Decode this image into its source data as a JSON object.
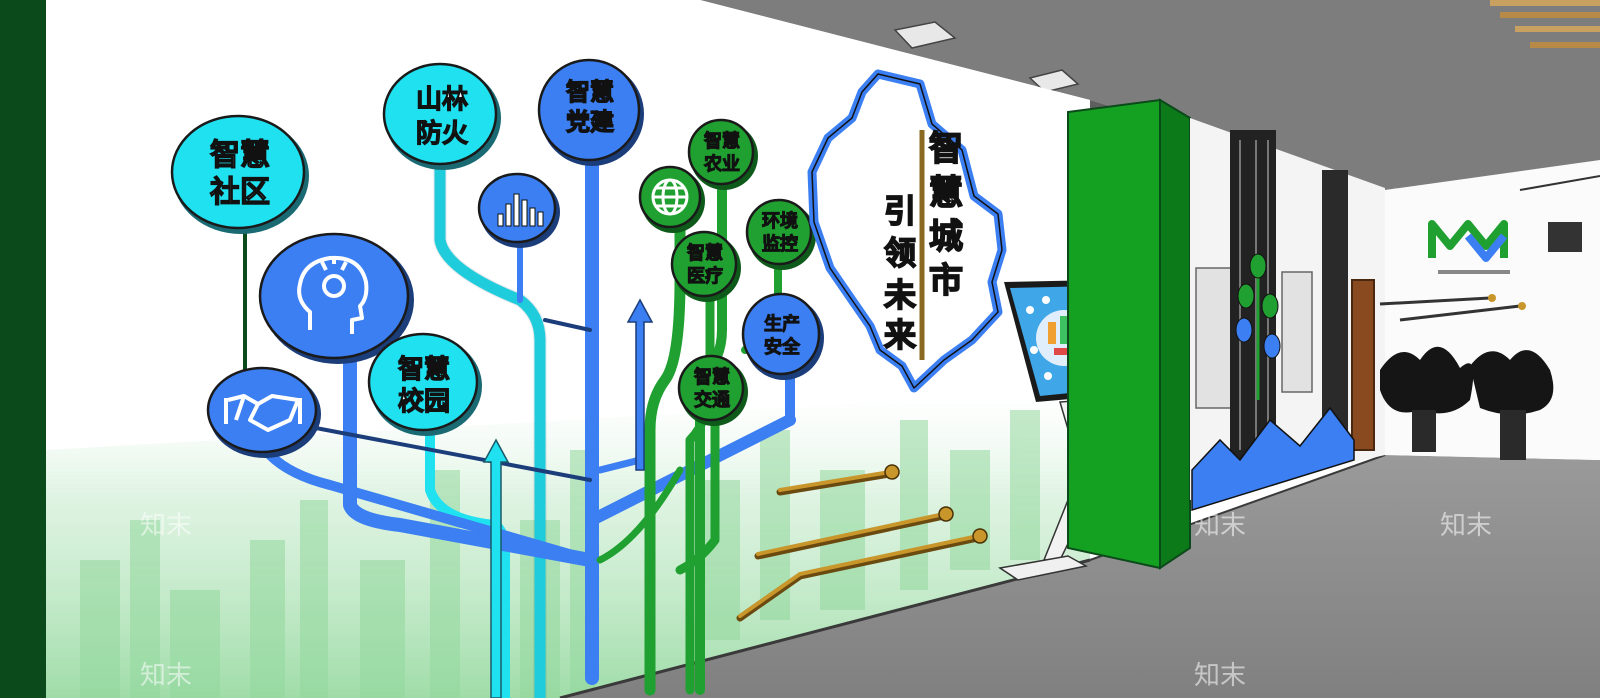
{
  "wall_nodes": {
    "community": [
      "智慧",
      "社区"
    ],
    "forest_fire": [
      "山林",
      "防火"
    ],
    "party": [
      "智慧",
      "党建"
    ],
    "agriculture": [
      "智慧",
      "农业"
    ],
    "env_monitor": [
      "环境",
      "监控"
    ],
    "medical": [
      "智慧",
      "医疗"
    ],
    "production_safety": [
      "生产",
      "安全"
    ],
    "campus": [
      "智慧",
      "校园"
    ],
    "traffic": [
      "智慧",
      "交通"
    ]
  },
  "map_title": [
    "智",
    "慧",
    "城",
    "市"
  ],
  "map_subtitle": [
    "引",
    "领",
    "未",
    "来"
  ],
  "watermark": "知末",
  "colors": {
    "blue": "#3b7ff2",
    "cyan": "#1fe1f0",
    "green": "#20a030",
    "dark_green": "#0b4a1a",
    "wood": "#c8962a",
    "floor": "#8f8f8f",
    "ceiling": "#7d7d7d"
  },
  "icons": [
    "handshake-icon",
    "brain-head-icon",
    "bar-chart-icon",
    "globe-icon",
    "logo-m-icon",
    "potted-plant-icon"
  ]
}
